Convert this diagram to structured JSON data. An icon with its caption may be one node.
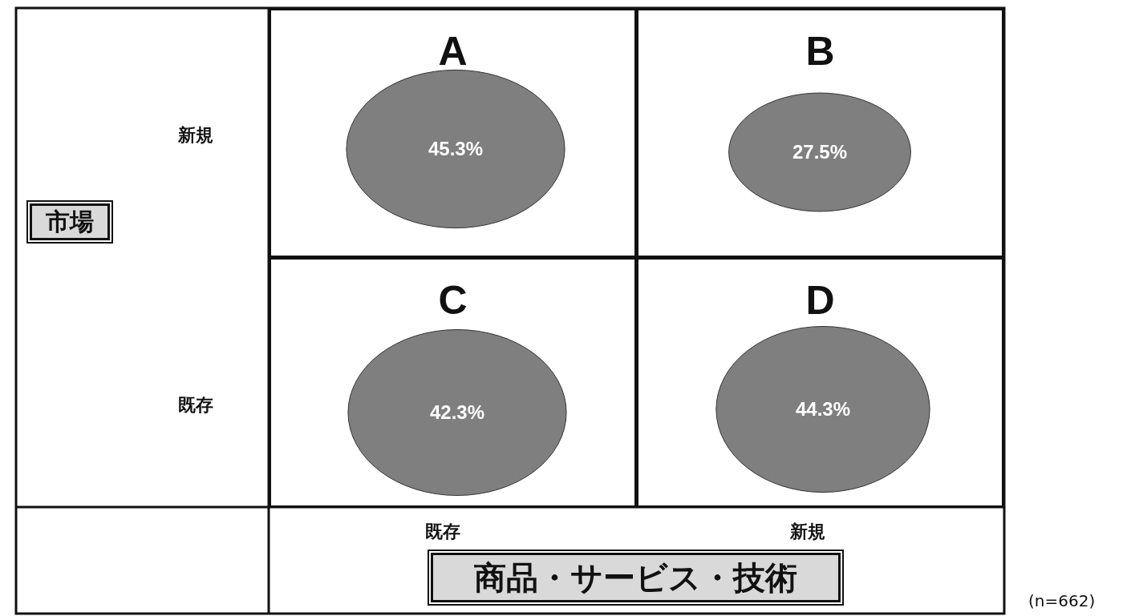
{
  "diagram": {
    "nodes": [
      {
        "text": [
          "A"
        ]
      },
      {
        "text": [
          "45.3%"
        ],
        "in": 0
      },
      {
        "text": [
          "B"
        ]
      },
      {
        "text": [
          "27.5%"
        ],
        "in": 2
      },
      {
        "text": [
          "C"
        ]
      },
      {
        "text": [
          "42.3%"
        ],
        "in": 4
      },
      {
        "text": [
          "D"
        ]
      },
      {
        "text": [
          "44.3%"
        ],
        "in": 6
      },
      {
        "text": [
          "市場"
        ]
      },
      {
        "text": [
          "商品・サービス・技術"
        ]
      }
    ],
    "labels": [
      "新規",
      "既存",
      "既存",
      "新規",
      "(n=662)"
    ]
  }
}
